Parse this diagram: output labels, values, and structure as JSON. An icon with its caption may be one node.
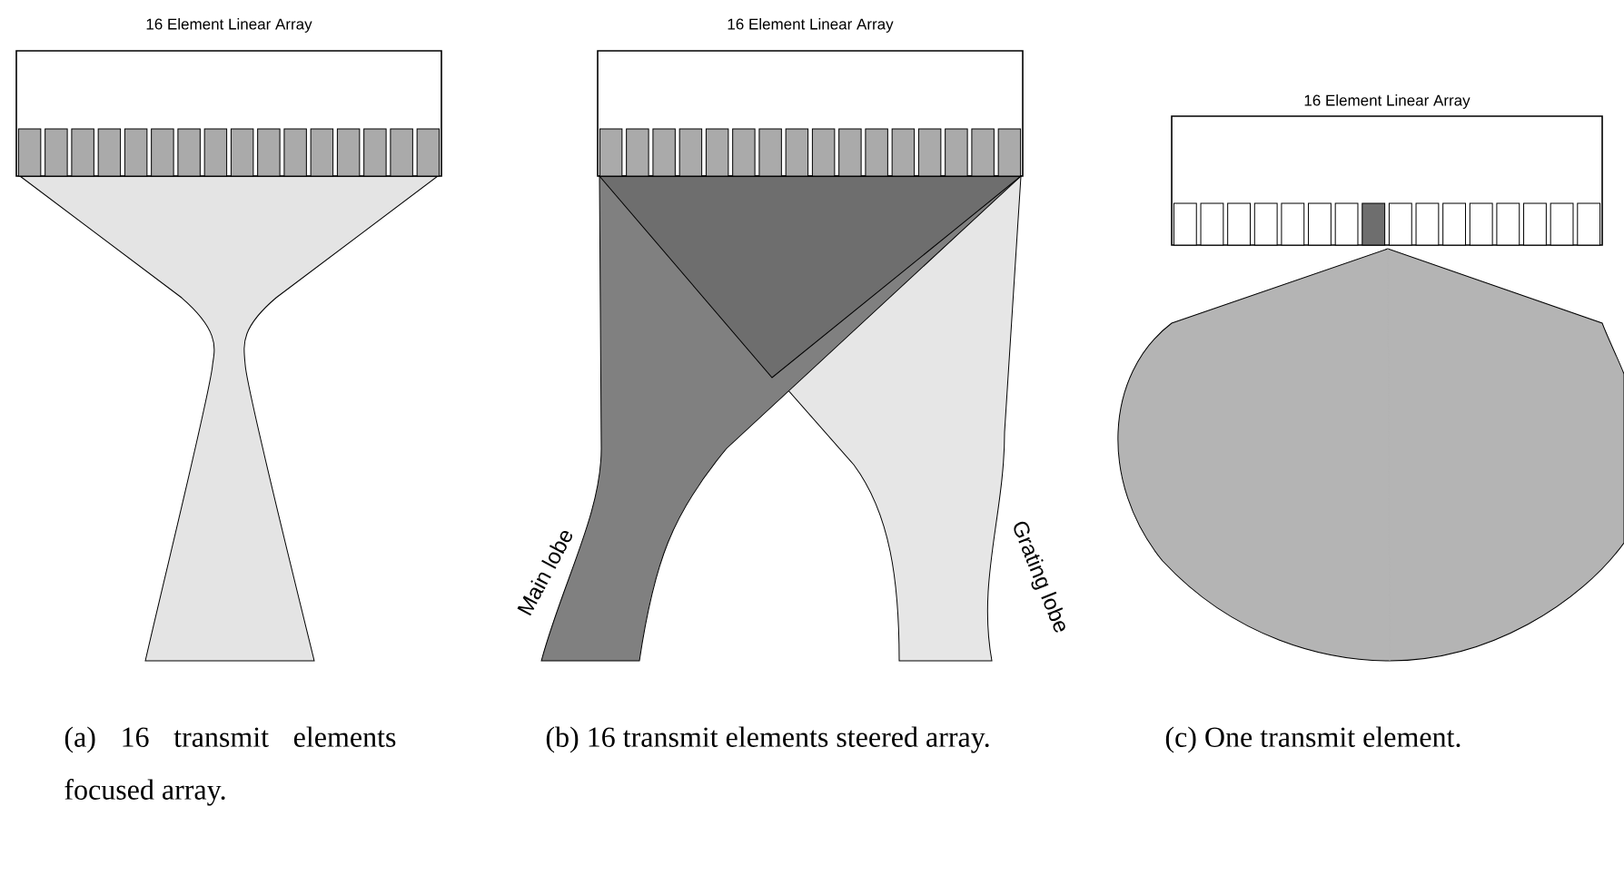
{
  "diagram": {
    "nodes": [
      {
        "text": [
          "16 Element Linear Array"
        ]
      },
      {
        "text": [
          "16 Element Linear Array"
        ]
      },
      {
        "text": [
          "16 Element Linear Array"
        ]
      }
    ],
    "edges": [],
    "labels": [
      "Main lobe",
      "Grating lobe",
      "(a) 16 transmit elements focused array.",
      "(b) 16 transmit elements steered array.",
      "(c) One transmit element."
    ]
  }
}
